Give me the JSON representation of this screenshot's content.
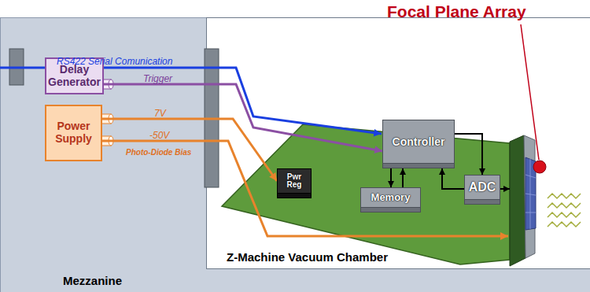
{
  "diagram": {
    "nodes": [
      {
        "text": [
          "Mezzanine"
        ]
      },
      {
        "text": [
          "Delay Generator"
        ],
        "in": 0
      },
      {
        "text": [
          "Power Supply"
        ],
        "in": 0
      },
      {
        "text": [
          "Z-Machine Vacuum Chamber"
        ],
        "in": 0
      },
      {
        "text": [
          "Controller"
        ],
        "in": 3
      },
      {
        "text": [
          "Pwr Reg"
        ],
        "in": 3
      },
      {
        "text": [
          "Memory"
        ],
        "in": 3
      },
      {
        "text": [
          "ADC"
        ],
        "in": 3
      }
    ],
    "edges": [
      {
        "from": 1,
        "to": 4,
        "label": "Trigger",
        "arrow": "to"
      },
      {
        "from": 2,
        "to": 5,
        "label": "7V",
        "arrow": "to"
      },
      {
        "from": 4,
        "to": 6,
        "arrow": "to"
      },
      {
        "from": 6,
        "to": 4,
        "arrow": "to"
      },
      {
        "from": 7,
        "to": 4,
        "arrow": "to"
      },
      {
        "from": 4,
        "to": 7,
        "arrow": "to"
      }
    ],
    "labels": [
      "Focal Plane Array",
      "RS422 Serial Comunication",
      "-50V",
      "Photo-Diode Bias"
    ]
  }
}
